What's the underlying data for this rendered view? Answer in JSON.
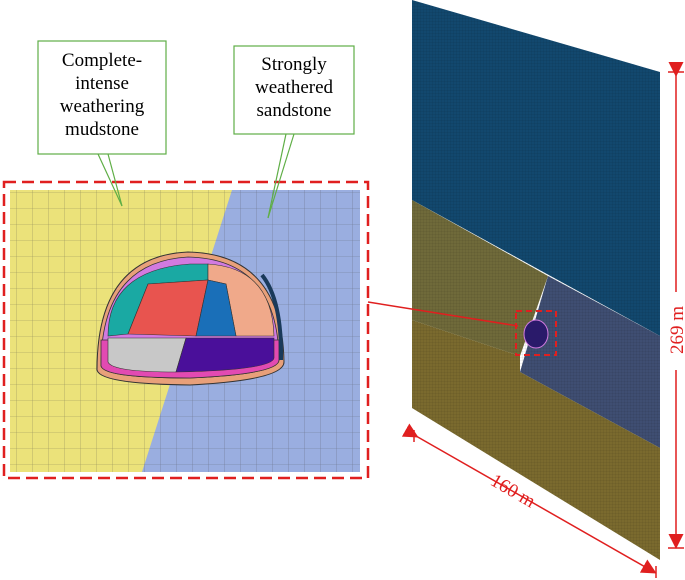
{
  "labels": {
    "mudstone_line1": "Complete-",
    "mudstone_line2": "intense",
    "mudstone_line3": "weathering",
    "mudstone_line4": "mudstone",
    "sandstone_line1": "Strongly",
    "sandstone_line2": "weathered",
    "sandstone_line3": "sandstone"
  },
  "dimensions": {
    "width": "160 m",
    "height": "269 m"
  },
  "colors": {
    "mudstone": "#ebe27a",
    "sandstone": "#9aaee0",
    "upper_layer": "#12486e",
    "middle_layer": "#6f6a3a",
    "bottom_layer": "#7a6a2e",
    "right_middle": "#3f4e72",
    "callout_border": "#5fae46",
    "dimension": "#e01f1f",
    "mesh_line": "#555555"
  },
  "tunnel_segments": {
    "top_left": "#1aa9a3",
    "top_right": "#f0a98a",
    "center_left": "#e8544f",
    "center_right": "#1a6fb8",
    "bottom_left": "#c8c8c8",
    "bottom_right": "#4a0f9a",
    "outer_ring": "#d27ae0",
    "base_ring": "#e24ab2",
    "rim": "#e8a07a"
  }
}
